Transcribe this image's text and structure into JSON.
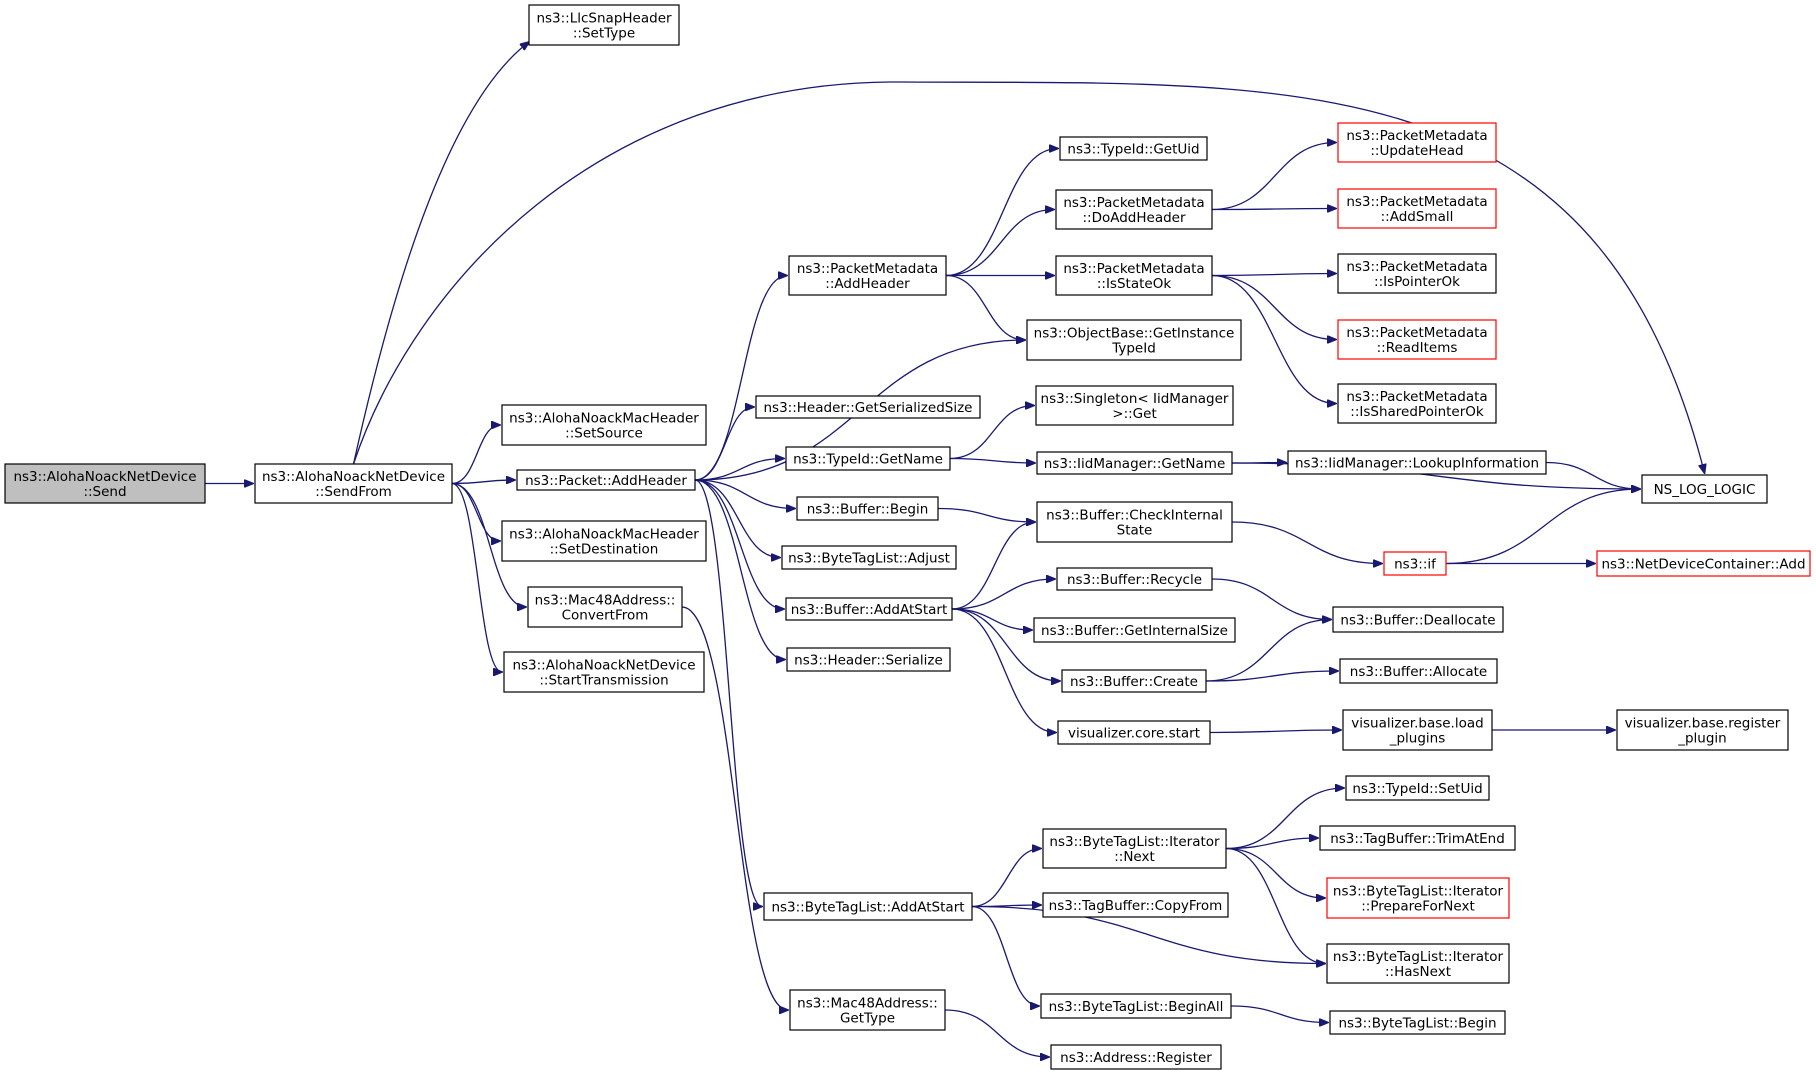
{
  "nodes": [
    {
      "id": "send",
      "lines": [
        "ns3::AlohaNoackNetDevice",
        "::Send"
      ],
      "highlight": true
    },
    {
      "id": "sendfrom",
      "lines": [
        "ns3::AlohaNoackNetDevice",
        "::SendFrom"
      ]
    },
    {
      "id": "llc",
      "lines": [
        "ns3::LlcSnapHeader",
        "::SetType"
      ]
    },
    {
      "id": "setsource",
      "lines": [
        "ns3::AlohaNoackMacHeader",
        "::SetSource"
      ]
    },
    {
      "id": "addheader",
      "lines": [
        "ns3::Packet::AddHeader"
      ]
    },
    {
      "id": "setdest",
      "lines": [
        "ns3::AlohaNoackMacHeader",
        "::SetDestination"
      ]
    },
    {
      "id": "convertfrom",
      "lines": [
        "ns3::Mac48Address::",
        "ConvertFrom"
      ]
    },
    {
      "id": "starttx",
      "lines": [
        "ns3::AlohaNoackNetDevice",
        "::StartTransmission"
      ]
    },
    {
      "id": "pmaddheader",
      "lines": [
        "ns3::PacketMetadata",
        "::AddHeader"
      ]
    },
    {
      "id": "hdrsersize",
      "lines": [
        "ns3::Header::GetSerializedSize"
      ]
    },
    {
      "id": "typeidgetname",
      "lines": [
        "ns3::TypeId::GetName"
      ]
    },
    {
      "id": "bufbegin",
      "lines": [
        "ns3::Buffer::Begin"
      ]
    },
    {
      "id": "btladjust",
      "lines": [
        "ns3::ByteTagList::Adjust"
      ]
    },
    {
      "id": "bufaddatstart",
      "lines": [
        "ns3::Buffer::AddAtStart"
      ]
    },
    {
      "id": "hdrserialize",
      "lines": [
        "ns3::Header::Serialize"
      ]
    },
    {
      "id": "btladdatstart",
      "lines": [
        "ns3::ByteTagList::AddAtStart"
      ]
    },
    {
      "id": "mac48gettype",
      "lines": [
        "ns3::Mac48Address::",
        "GetType"
      ]
    },
    {
      "id": "getuid",
      "lines": [
        "ns3::TypeId::GetUid"
      ]
    },
    {
      "id": "pmdoaddheader",
      "lines": [
        "ns3::PacketMetadata",
        "::DoAddHeader"
      ]
    },
    {
      "id": "pmisstateok",
      "lines": [
        "ns3::PacketMetadata",
        "::IsStateOk"
      ]
    },
    {
      "id": "obgetinst",
      "lines": [
        "ns3::ObjectBase::GetInstance",
        "TypeId"
      ]
    },
    {
      "id": "singleton",
      "lines": [
        "ns3::Singleton< IidManager",
        ">::Get"
      ]
    },
    {
      "id": "iidgetname",
      "lines": [
        "ns3::IidManager::GetName"
      ]
    },
    {
      "id": "bufcheck",
      "lines": [
        "ns3::Buffer::CheckInternal",
        "State"
      ]
    },
    {
      "id": "bufrecycle",
      "lines": [
        "ns3::Buffer::Recycle"
      ]
    },
    {
      "id": "bufgetintsize",
      "lines": [
        "ns3::Buffer::GetInternalSize"
      ]
    },
    {
      "id": "bufcreate",
      "lines": [
        "ns3::Buffer::Create"
      ]
    },
    {
      "id": "vizcorestart",
      "lines": [
        "visualizer.core.start"
      ]
    },
    {
      "id": "btliternext",
      "lines": [
        "ns3::ByteTagList::Iterator",
        "::Next"
      ]
    },
    {
      "id": "tbcopyfrom",
      "lines": [
        "ns3::TagBuffer::CopyFrom"
      ]
    },
    {
      "id": "btlbeginall",
      "lines": [
        "ns3::ByteTagList::BeginAll"
      ]
    },
    {
      "id": "addrregister",
      "lines": [
        "ns3::Address::Register"
      ]
    },
    {
      "id": "pmupdatehead",
      "lines": [
        "ns3::PacketMetadata",
        "::UpdateHead"
      ],
      "red": true
    },
    {
      "id": "pmaddsmall",
      "lines": [
        "ns3::PacketMetadata",
        "::AddSmall"
      ],
      "red": true
    },
    {
      "id": "pmispointerok",
      "lines": [
        "ns3::PacketMetadata",
        "::IsPointerOk"
      ]
    },
    {
      "id": "pmreaditems",
      "lines": [
        "ns3::PacketMetadata",
        "::ReadItems"
      ],
      "red": true
    },
    {
      "id": "pmissharedptr",
      "lines": [
        "ns3::PacketMetadata",
        "::IsSharedPointerOk"
      ]
    },
    {
      "id": "iidlookup",
      "lines": [
        "ns3::IidManager::LookupInformation"
      ]
    },
    {
      "id": "ns3if",
      "lines": [
        "ns3::if"
      ],
      "red": true
    },
    {
      "id": "bufdealloc",
      "lines": [
        "ns3::Buffer::Deallocate"
      ]
    },
    {
      "id": "bufalloc",
      "lines": [
        "ns3::Buffer::Allocate"
      ]
    },
    {
      "id": "vizloadplugins",
      "lines": [
        "visualizer.base.load",
        "_plugins"
      ]
    },
    {
      "id": "tbsetuid",
      "lines": [
        "ns3::TypeId::SetUid"
      ]
    },
    {
      "id": "tbtrimatend",
      "lines": [
        "ns3::TagBuffer::TrimAtEnd"
      ]
    },
    {
      "id": "btlprepare",
      "lines": [
        "ns3::ByteTagList::Iterator",
        "::PrepareForNext"
      ],
      "red": true
    },
    {
      "id": "btlhasnext",
      "lines": [
        "ns3::ByteTagList::Iterator",
        "::HasNext"
      ]
    },
    {
      "id": "btlbegin",
      "lines": [
        "ns3::ByteTagList::Begin"
      ]
    },
    {
      "id": "nslog",
      "lines": [
        "NS_LOG_LOGIC"
      ]
    },
    {
      "id": "ndcadd",
      "lines": [
        "ns3::NetDeviceContainer::Add"
      ],
      "red": true
    },
    {
      "id": "vizregister",
      "lines": [
        "visualizer.base.register",
        "_plugin"
      ]
    }
  ],
  "edges": [
    [
      "send",
      "sendfrom"
    ],
    [
      "sendfrom",
      "llc"
    ],
    [
      "sendfrom",
      "nslog"
    ],
    [
      "sendfrom",
      "setsource"
    ],
    [
      "sendfrom",
      "addheader"
    ],
    [
      "sendfrom",
      "setdest"
    ],
    [
      "sendfrom",
      "convertfrom"
    ],
    [
      "sendfrom",
      "starttx"
    ],
    [
      "addheader",
      "pmaddheader"
    ],
    [
      "addheader",
      "obgetinst"
    ],
    [
      "addheader",
      "hdrsersize"
    ],
    [
      "addheader",
      "typeidgetname"
    ],
    [
      "addheader",
      "bufbegin"
    ],
    [
      "addheader",
      "btladjust"
    ],
    [
      "addheader",
      "bufaddatstart"
    ],
    [
      "addheader",
      "hdrserialize"
    ],
    [
      "addheader",
      "btladdatstart"
    ],
    [
      "convertfrom",
      "mac48gettype"
    ],
    [
      "pmaddheader",
      "getuid"
    ],
    [
      "pmaddheader",
      "pmdoaddheader"
    ],
    [
      "pmaddheader",
      "pmisstateok"
    ],
    [
      "pmaddheader",
      "obgetinst"
    ],
    [
      "pmdoaddheader",
      "pmupdatehead"
    ],
    [
      "pmdoaddheader",
      "pmaddsmall"
    ],
    [
      "pmisstateok",
      "pmispointerok"
    ],
    [
      "pmisstateok",
      "pmreaditems"
    ],
    [
      "pmisstateok",
      "pmissharedptr"
    ],
    [
      "typeidgetname",
      "singleton"
    ],
    [
      "typeidgetname",
      "iidgetname"
    ],
    [
      "iidgetname",
      "iidlookup"
    ],
    [
      "iidgetname",
      "nslog"
    ],
    [
      "iidlookup",
      "nslog"
    ],
    [
      "bufbegin",
      "bufcheck"
    ],
    [
      "bufcheck",
      "ns3if"
    ],
    [
      "ns3if",
      "nslog"
    ],
    [
      "ns3if",
      "ndcadd"
    ],
    [
      "bufaddatstart",
      "bufcheck"
    ],
    [
      "bufaddatstart",
      "bufrecycle"
    ],
    [
      "bufaddatstart",
      "bufgetintsize"
    ],
    [
      "bufaddatstart",
      "bufcreate"
    ],
    [
      "bufaddatstart",
      "vizcorestart"
    ],
    [
      "bufrecycle",
      "bufdealloc"
    ],
    [
      "bufcreate",
      "bufdealloc"
    ],
    [
      "bufcreate",
      "bufalloc"
    ],
    [
      "vizcorestart",
      "vizloadplugins"
    ],
    [
      "vizloadplugins",
      "vizregister"
    ],
    [
      "btladdatstart",
      "btliternext"
    ],
    [
      "btladdatstart",
      "tbcopyfrom"
    ],
    [
      "btladdatstart",
      "btlhasnext"
    ],
    [
      "btladdatstart",
      "btlbeginall"
    ],
    [
      "btliternext",
      "tbsetuid"
    ],
    [
      "btliternext",
      "tbtrimatend"
    ],
    [
      "btliternext",
      "btlprepare"
    ],
    [
      "btliternext",
      "btlhasnext"
    ],
    [
      "btlbeginall",
      "btlbegin"
    ],
    [
      "mac48gettype",
      "addrregister"
    ]
  ]
}
